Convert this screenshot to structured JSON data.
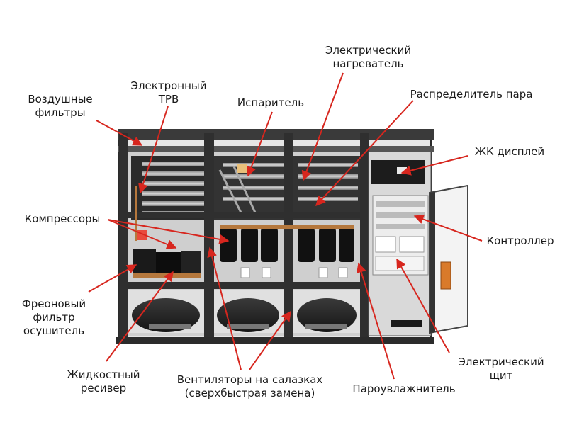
{
  "labels": {
    "air_filters": "Воздушные\nфильтры",
    "electronic_valve": "Электронный\nТРВ",
    "evaporator": "Испаритель",
    "electric_heater": "Электрический\nнагреватель",
    "steam_distributor": "Распределитель пара",
    "lcd_display": "ЖК дисплей",
    "compressors": "Компрессоры",
    "controller": "Контроллер",
    "freon_filter": "Фреоновый\nфильтр\nосушитель",
    "liquid_receiver": "Жидкостный\nресивер",
    "fans": "Вентиляторы на салазках\n(сверхбыстрая замена)",
    "steam_humidifier": "Пароувлажнитель",
    "electric_panel": "Электрический\nщит"
  },
  "colors": {
    "arrow": "#d7261e",
    "frame": "#2b2b2b",
    "text": "#1a1a1a"
  }
}
